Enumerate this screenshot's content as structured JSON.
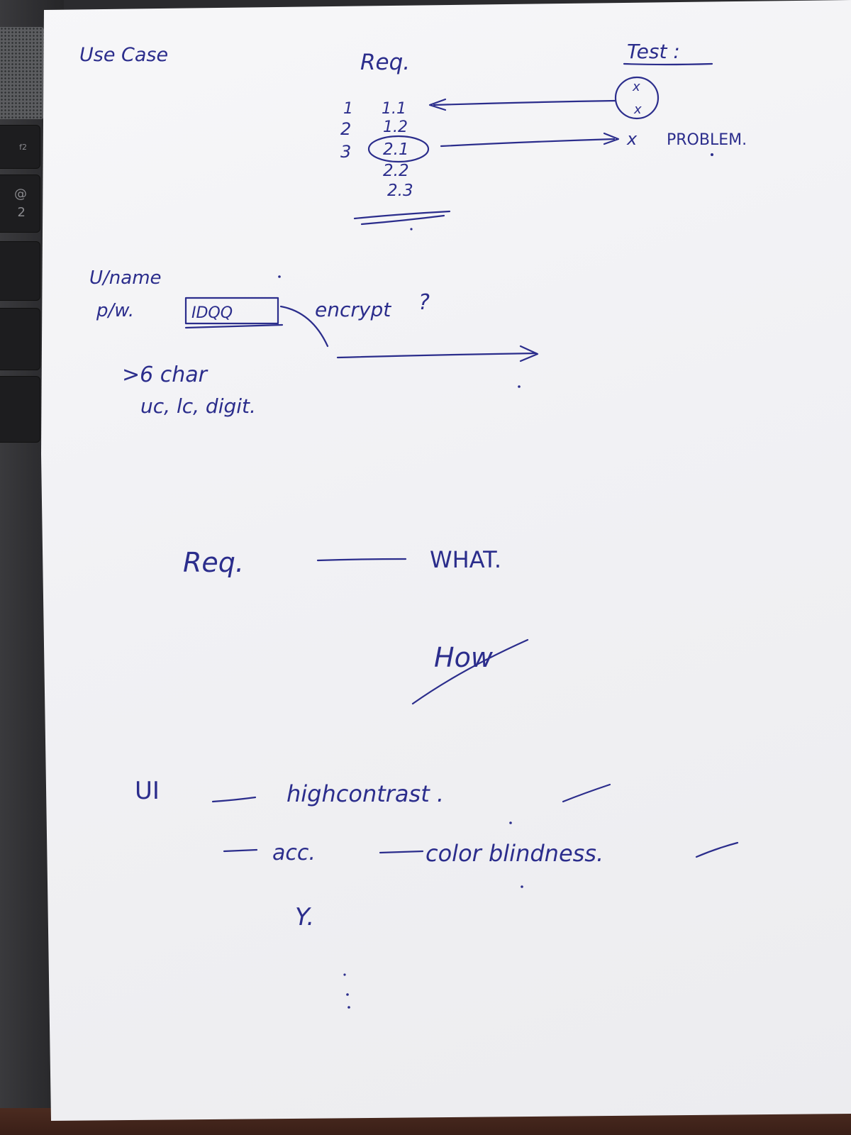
{
  "keyboard": {
    "f2_key": "f2",
    "at_key_top": "@",
    "at_key_bottom": "2"
  },
  "notes": {
    "use_case_heading": "Use Case",
    "req_heading": "Req.",
    "test_heading": "Test :",
    "row_numbers": [
      "1",
      "2",
      "3"
    ],
    "requirements": [
      "1.1",
      "1.2",
      "2.1",
      "2.2",
      "2.3"
    ],
    "test_marks": [
      "x",
      "x"
    ],
    "problem_mark": "x",
    "problem_label": "PROBLEM.",
    "username_label": "U/name",
    "password_label": "p/w.",
    "password_box_text": "IDQQ",
    "encrypt_label": "encrypt",
    "question_mark": "?",
    "rule_length": ">6 char",
    "rule_classes": "uc, lc, digit.",
    "req_label": "Req.",
    "what_label": "WHAT.",
    "how_label": "How",
    "ui_label": "UI",
    "high_contrast_label": "highcontrast .",
    "acc_label": "acc.",
    "color_blindness_label": "color blindness.",
    "y_mark": "Y."
  }
}
